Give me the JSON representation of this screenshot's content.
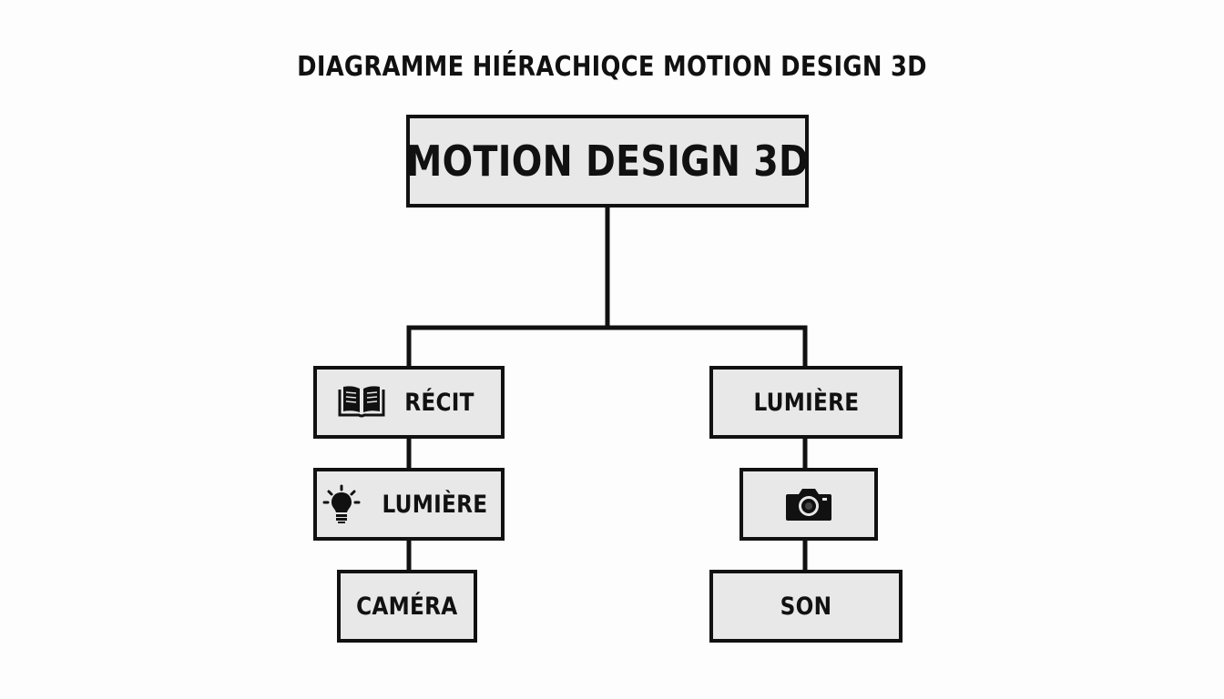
{
  "title": "DIAGRAMME HIÉRACHIQCE MOTION DESIGN 3D",
  "root": {
    "label": "MOTION DESIGN 3D"
  },
  "left_branch": {
    "items": [
      {
        "label": "RÉCIT",
        "icon": "book-icon"
      },
      {
        "label": "LUMIÈRE",
        "icon": "lightbulb-icon"
      },
      {
        "label": "CAMÉRA"
      }
    ]
  },
  "right_branch": {
    "items": [
      {
        "label": "LUMIÈRE"
      },
      {
        "icon": "camera-icon"
      },
      {
        "label": "SON"
      }
    ]
  },
  "colors": {
    "stroke": "#111111",
    "box_fill": "#e8e8e8",
    "background": "#fdfdfd"
  }
}
